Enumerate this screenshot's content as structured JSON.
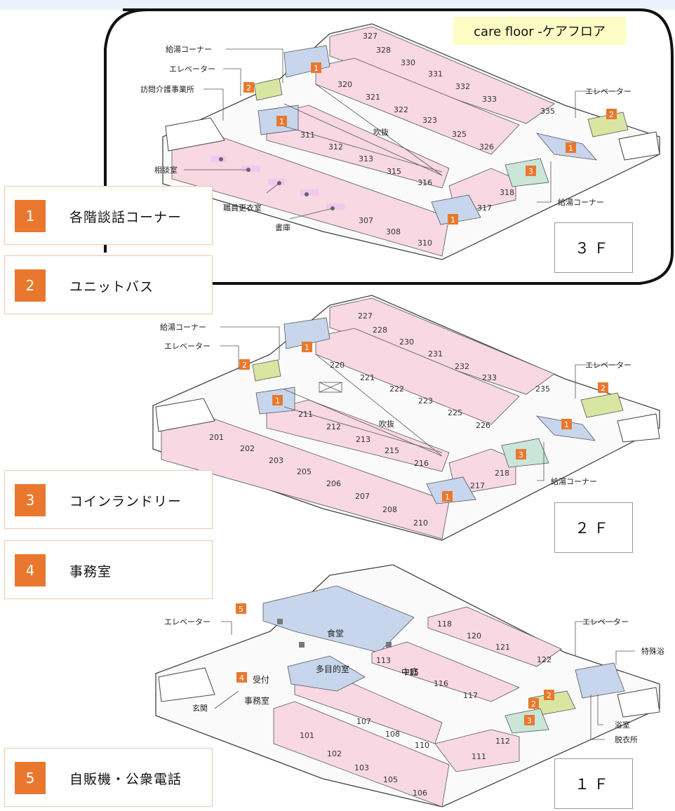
{
  "care_floor_tag": "care floor -ケアフロア",
  "legend": [
    {
      "num": "1",
      "text": "各階談話コーナー"
    },
    {
      "num": "2",
      "text": "ユニットバス"
    },
    {
      "num": "3",
      "text": "コインランドリー"
    },
    {
      "num": "4",
      "text": "事務室"
    },
    {
      "num": "5",
      "text": "自販機・公衆電話"
    }
  ],
  "floors": [
    {
      "label": "３Ｆ",
      "rooms": [
        "327",
        "328",
        "330",
        "331",
        "332",
        "333",
        "335",
        "320",
        "321",
        "322",
        "323",
        "325",
        "326",
        "311",
        "312",
        "313",
        "315",
        "316",
        "317",
        "318",
        "307",
        "308",
        "310"
      ],
      "labels": {
        "kyuto_top": "給湯コーナー",
        "elevator_left": "エレベーター",
        "houmon": "訪問介護事業所",
        "elevator_right": "エレベーター",
        "fukinuke": "吹抜",
        "soudan": "相談室",
        "shokuin": "職員更衣室",
        "shoko": "書庫",
        "kyuto_bottom": "給湯コーナー"
      }
    },
    {
      "label": "２Ｆ",
      "rooms": [
        "227",
        "228",
        "230",
        "231",
        "232",
        "233",
        "235",
        "220",
        "221",
        "222",
        "223",
        "225",
        "226",
        "201",
        "202",
        "203",
        "205",
        "206",
        "207",
        "208",
        "210",
        "211",
        "212",
        "213",
        "215",
        "216",
        "217",
        "218"
      ],
      "labels": {
        "kyuto_top": "給湯コーナー",
        "elevator_left": "エレベーター",
        "elevator_right": "エレベーター",
        "fukinuke": "吹抜",
        "kyuto_bottom": "給湯コーナー"
      }
    },
    {
      "label": "１Ｆ",
      "rooms": [
        "118",
        "120",
        "121",
        "122",
        "113",
        "115",
        "116",
        "117",
        "107",
        "108",
        "110",
        "112",
        "111",
        "101",
        "102",
        "103",
        "105",
        "106"
      ],
      "labels": {
        "elevator_left": "エレベーター",
        "elevator_right": "エレベーター",
        "tokushu": "特殊浴",
        "shokudo": "食堂",
        "tamokuteki": "多目的室",
        "nakaniwa": "中庭",
        "uketsuke": "受付",
        "genkan": "玄関",
        "jimushitsu": "事務室",
        "yokushitsu": "浴室",
        "datsuijo": "脱衣所"
      }
    }
  ],
  "colors": {
    "room": "#f7d8e3",
    "common": "#c7d6ec",
    "unitbath": "#d8e6a2",
    "laundry": "#c9e6d9",
    "marker": "#e9782e",
    "office_marker": "#e9782e"
  }
}
